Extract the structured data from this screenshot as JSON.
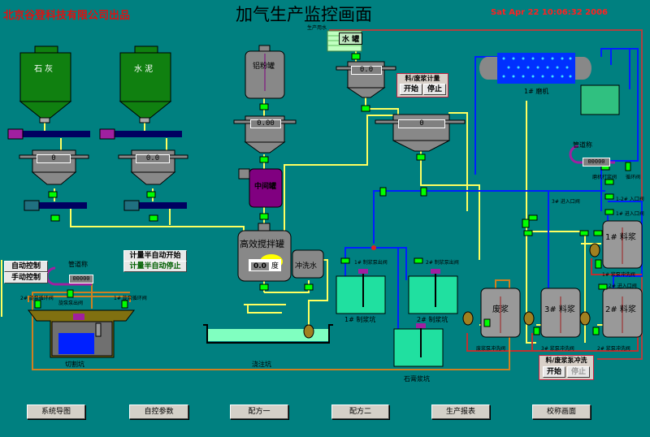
{
  "header": {
    "company": "北京谷登科技有限公司出品",
    "title": "加气生产监控画面",
    "datetime": "Sat Apr 22 10:06:32 2006"
  },
  "silos": {
    "lime": "石 灰",
    "cement": "水 泥"
  },
  "hoppers": {
    "lime_value": "0",
    "cement_value": "0.0",
    "aluminum_value": "0.00",
    "water_value": "0.0",
    "slurry_value": "0"
  },
  "tanks": {
    "aluminum": "铝粉罐",
    "intermediate": "中间罐",
    "mixer": "高效搅拌罐",
    "mixer_temp_value": "0.0",
    "mixer_temp_unit": "度",
    "flush_water": "冲洗水",
    "water_tank": "水 罐",
    "process_water": "生产用水",
    "mill": "1# 磨机",
    "slurry1": "1# 料浆",
    "slurry2": "2# 料浆",
    "slurry3": "3# 料浆",
    "waste": "废浆",
    "pit1": "1# 制浆坑",
    "pit2": "2# 制浆坑",
    "gypsum_pit": "石膏浆坑",
    "pouring_pit": "浇注坑",
    "cutting_pit": "切割坑"
  },
  "pipe_scales": {
    "right_label": "管道称",
    "right_value": "00000",
    "left_label": "管道称",
    "left_value": "00000"
  },
  "valves": {
    "mill_slurry": "磨机打浆阀",
    "circulation": "循环阀",
    "v3_inlet": "3# 进入口阀",
    "v12_inlet": "1-2# 入口阀",
    "v1_inlet": "1# 进入口阀",
    "v1_pump_flush": "1# 浆泵冲洗阀",
    "v2_inlet": "2# 进入口阀",
    "v2_pump_flush": "2# 浆泵冲洗阀",
    "v3_pump_flush": "3# 浆泵冲洗阀",
    "waste_pump_flush": "废浆泵冲洗阀",
    "pit1_out": "1# 制浆泵出阀",
    "pit2_out": "2# 制浆泵出阀",
    "rot2_circ": "2# 旋泵循环阀",
    "rot_out": "旋泵泵出阀",
    "rot1_circ": "1# 旋泵循环阀"
  },
  "controls": {
    "auto": "自动控制",
    "manual": "手动控制",
    "semi_start": "计量半自动开始",
    "semi_stop": "计量半自动停止",
    "metering_title": "料/废浆计量",
    "metering_start": "开始",
    "metering_stop": "停止",
    "flush_title": "料/废浆泵冲洗",
    "flush_start": "开始",
    "flush_stop": "停止"
  },
  "nav": [
    "系统导图",
    "自控参数",
    "配方一",
    "配方二",
    "生产报表",
    "校称画面"
  ],
  "colors": {
    "background": "#008080",
    "pipe_yellow": "#ffff60",
    "pipe_blue": "#0020ff",
    "pipe_red": "#c03030",
    "pipe_orange": "#d08020",
    "valve": "#00ff00"
  }
}
